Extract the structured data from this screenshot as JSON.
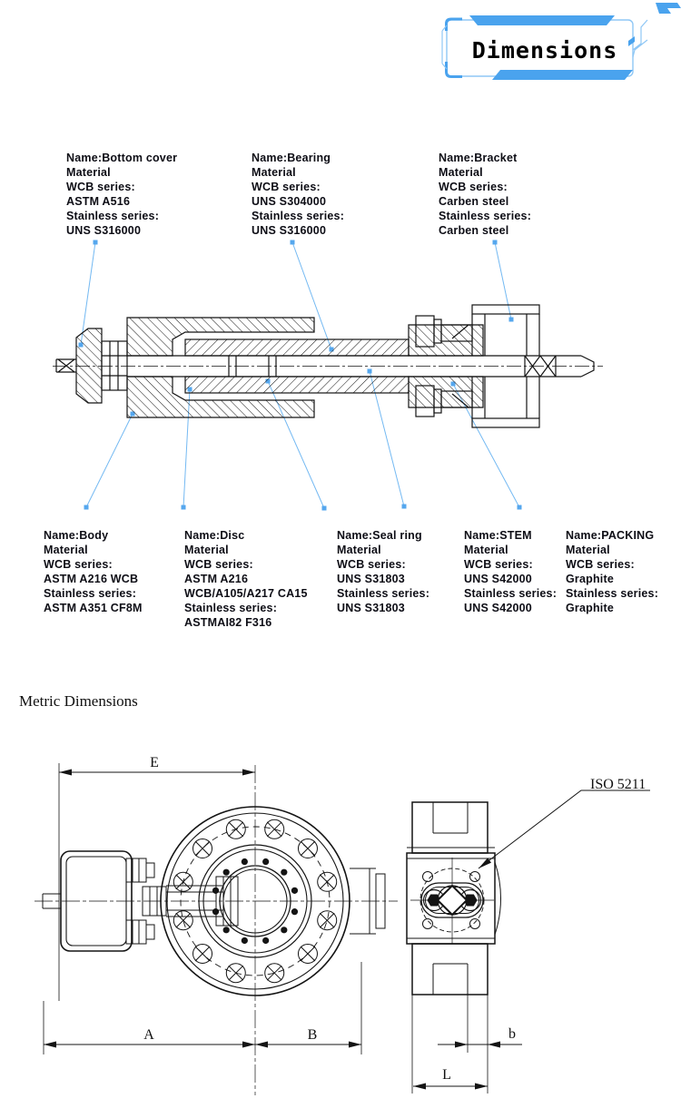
{
  "header": {
    "title": "Dimensions"
  },
  "colors": {
    "accent": "#4aa3ee",
    "accent_light": "#8fc7f5",
    "leader": "#74b9f2",
    "ink": "#141414"
  },
  "parts_top": [
    {
      "lines": [
        "Name:Bottom cover",
        "Material",
        "WCB series:",
        "ASTM A516",
        "Stainless series:",
        "UNS S316000"
      ]
    },
    {
      "lines": [
        "Name:Bearing",
        "Material",
        "WCB series:",
        "UNS S304000",
        "Stainless series:",
        "UNS S316000"
      ]
    },
    {
      "lines": [
        "Name:Bracket",
        "Material",
        "WCB series:",
        "Carben steel",
        "Stainless series:",
        "Carben steel"
      ]
    }
  ],
  "parts_bottom": [
    {
      "lines": [
        "Name:Body",
        "Material",
        "WCB series:",
        "ASTM A216 WCB",
        "Stainless series:",
        "ASTM A351 CF8M"
      ]
    },
    {
      "lines": [
        "Name:Disc",
        "Material",
        "WCB series:",
        "ASTM A216",
        "WCB/A105/A217 CA15",
        "Stainless series:",
        "ASTMAI82 F316"
      ]
    },
    {
      "lines": [
        "Name:Seal ring",
        "Material",
        "WCB series:",
        "UNS S31803",
        "Stainless series:",
        "UNS S31803"
      ]
    },
    {
      "lines": [
        "Name:STEM",
        "Material",
        "WCB series:",
        "UNS S42000",
        "Stainless series:",
        "UNS S42000"
      ]
    },
    {
      "lines": [
        "Name:PACKING",
        "Material",
        "WCB series:",
        "Graphite",
        "Stainless series:",
        "Graphite"
      ]
    }
  ],
  "metric": {
    "section_title": "Metric Dimensions",
    "iso_label": "ISO 5211",
    "dim_labels": {
      "E": "E",
      "A": "A",
      "B": "B",
      "b": "b",
      "L": "L"
    }
  }
}
